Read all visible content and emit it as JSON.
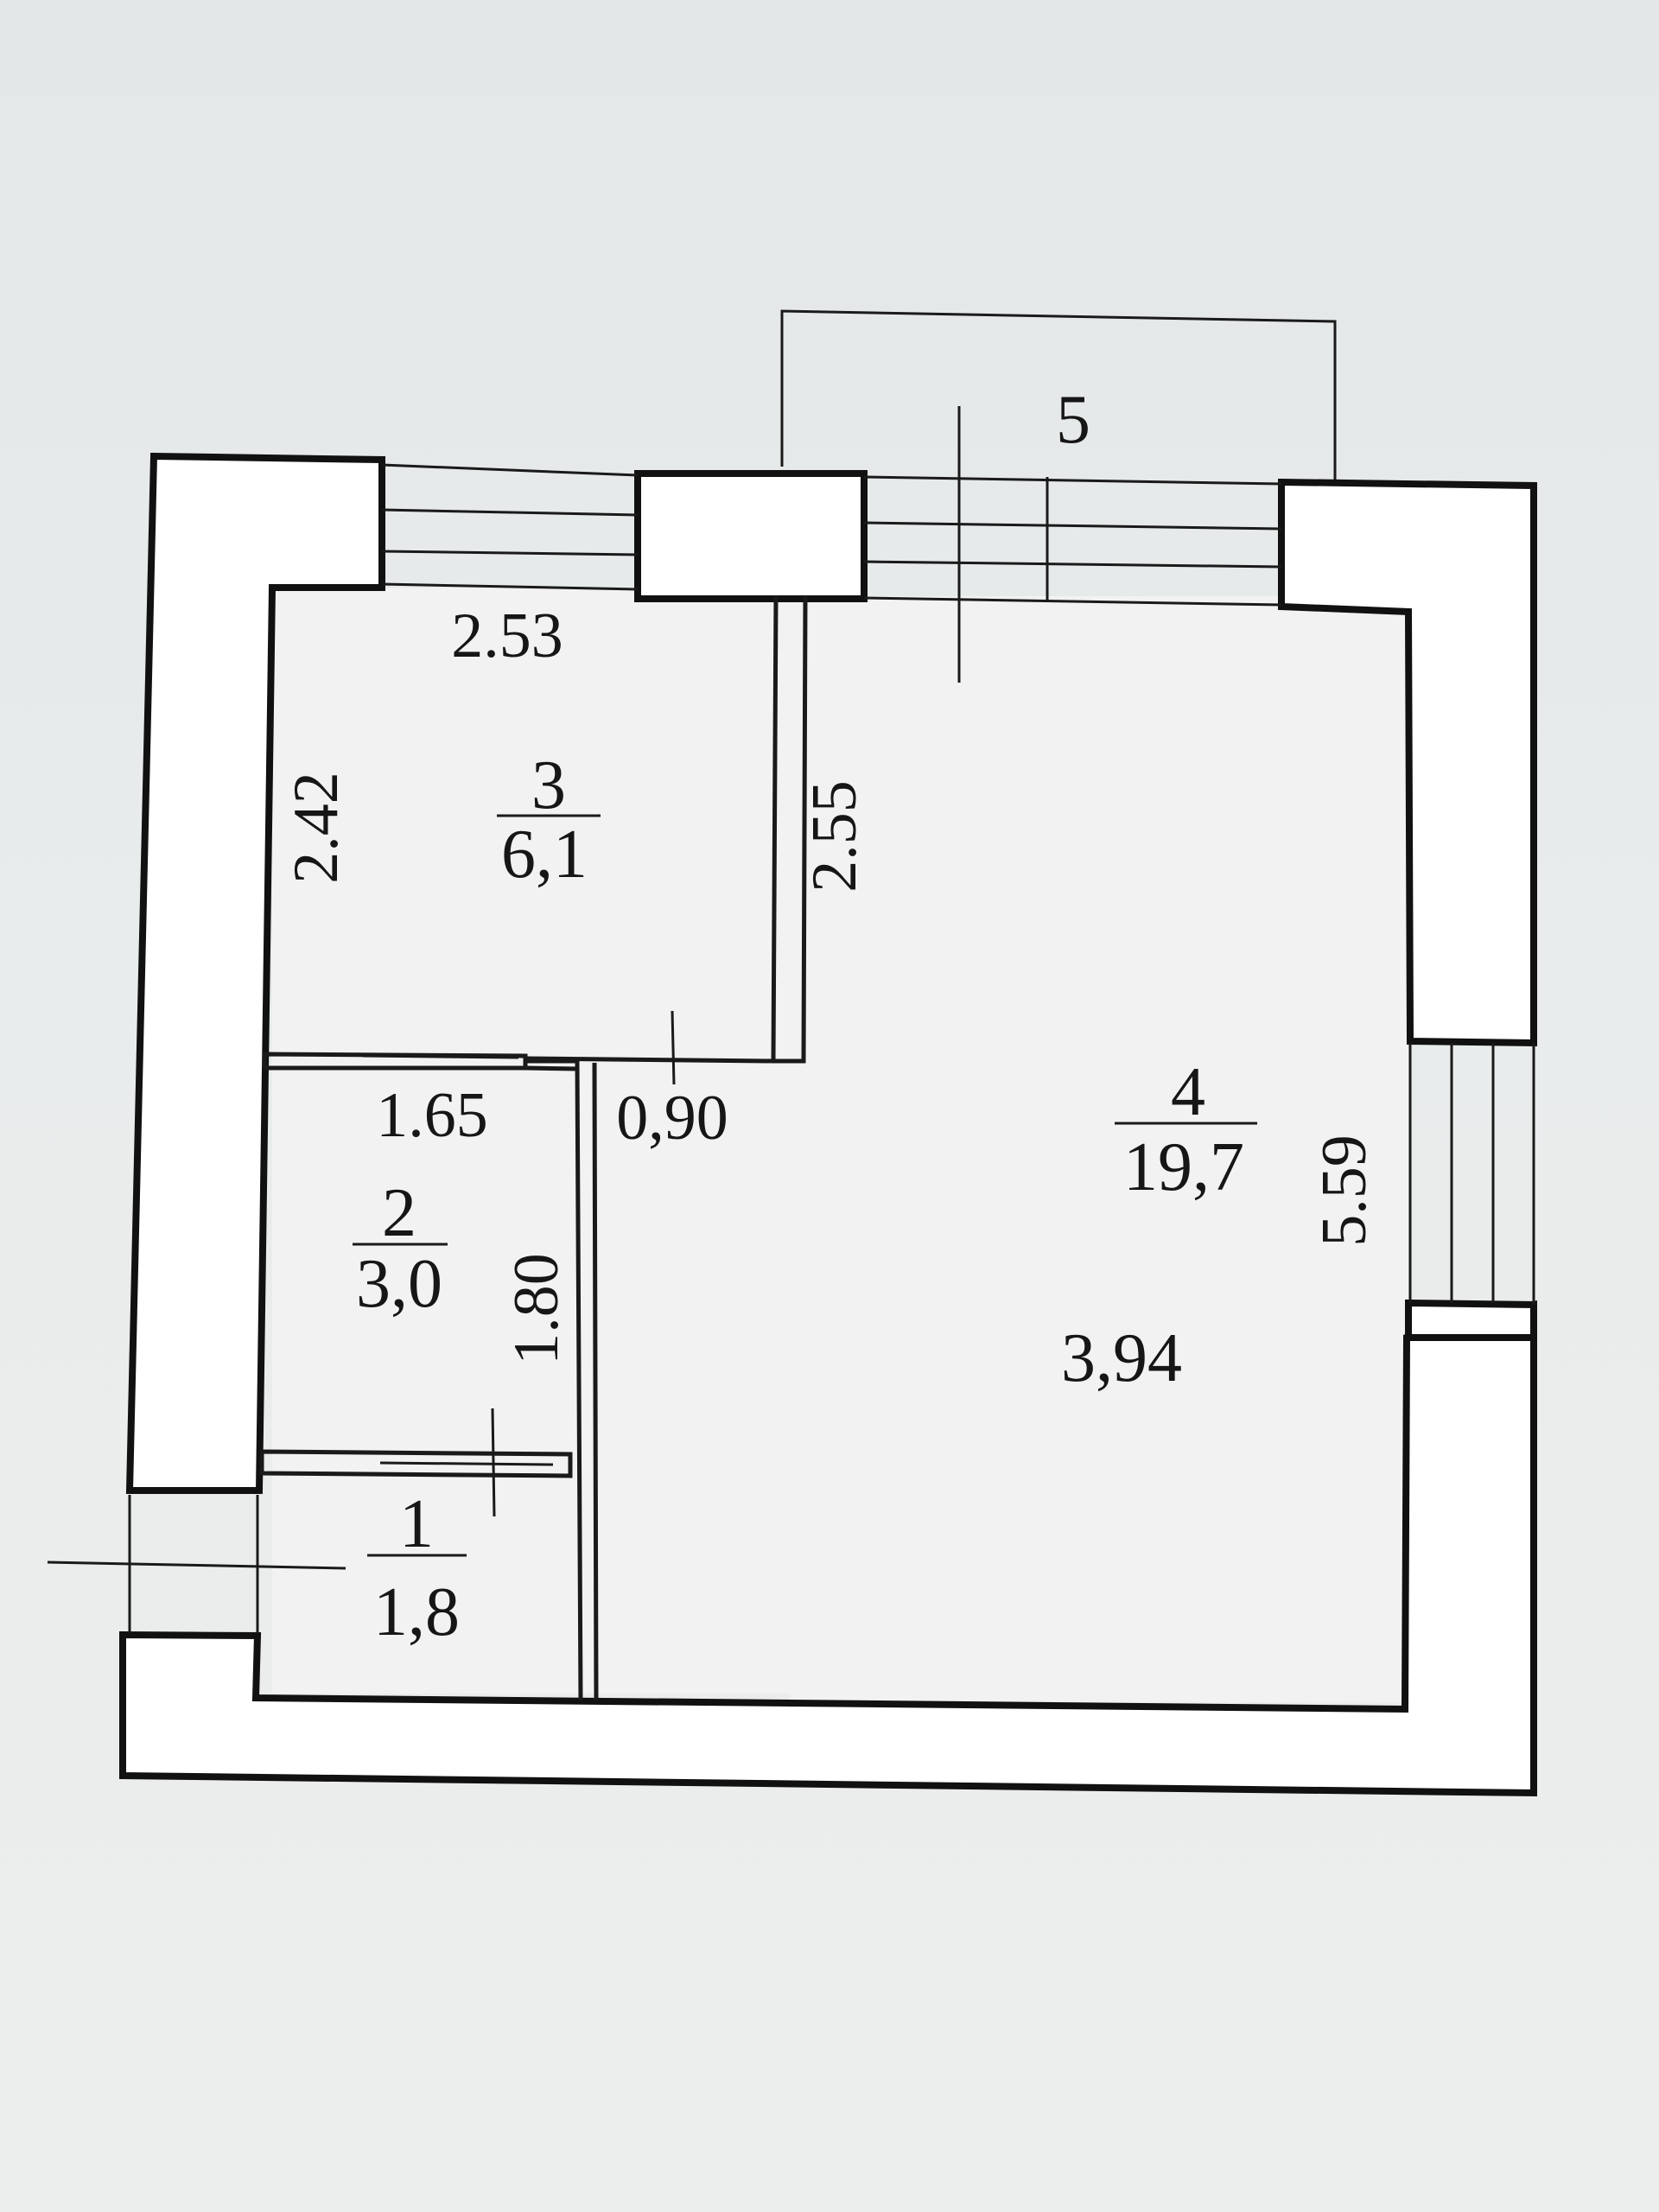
{
  "rooms": [
    {
      "number": "1",
      "area": "1,8"
    },
    {
      "number": "2",
      "area": "3,0"
    },
    {
      "number": "3",
      "area": "6,1"
    },
    {
      "number": "4",
      "area": "19,7"
    },
    {
      "number": "5"
    }
  ],
  "dimensions": {
    "room3_width": "2.53",
    "room3_height": "2.42",
    "room3_partition": "2.55",
    "room2_width": "1.65",
    "door_width": "0,90",
    "room2_height": "1.80",
    "room4_height": "5.59",
    "room4_width": "3,94"
  }
}
